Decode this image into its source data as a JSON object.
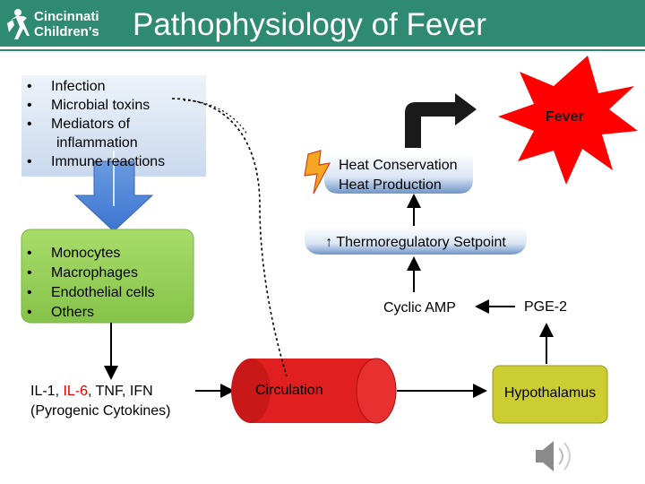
{
  "header": {
    "logo_line1": "Cincinnati",
    "logo_line2": "Children's",
    "title": "Pathophysiology of Fever"
  },
  "triggers": {
    "items": [
      "Infection",
      "Microbial toxins",
      "Mediators of",
      "inflammation",
      "Immune reactions"
    ]
  },
  "cells": {
    "items": [
      "Monocytes",
      "Macrophages",
      "Endothelial cells",
      "Others"
    ]
  },
  "cytokines": {
    "line1_a": "IL-1, ",
    "line1_highlight": "IL-6",
    "line1_b": ", TNF, IFN",
    "line2": "(Pyrogenic Cytokines)"
  },
  "nodes": {
    "circulation": "Circulation",
    "hypothalamus": "Hypothalamus",
    "pge2": "PGE-2",
    "cyclic_amp": "Cyclic AMP",
    "setpoint": "↑ Thermoregulatory Setpoint",
    "heat_conservation": "Heat Conservation",
    "heat_production": "Heat Production",
    "fever": "Fever"
  },
  "colors": {
    "header": "#2e8b72",
    "trigger_box": "#d7e4f3",
    "cells_box": "#92d050",
    "hypothalamus_box": "#cccc33",
    "circulation_red": "#e02020",
    "fever_burst": "#ff0000",
    "heat_box": "#4f81bd",
    "highlight_red": "#e00000"
  },
  "icons": [
    "cincinnati-childrens-logo",
    "speaker-icon",
    "lightning-icon",
    "bent-arrow-icon"
  ]
}
